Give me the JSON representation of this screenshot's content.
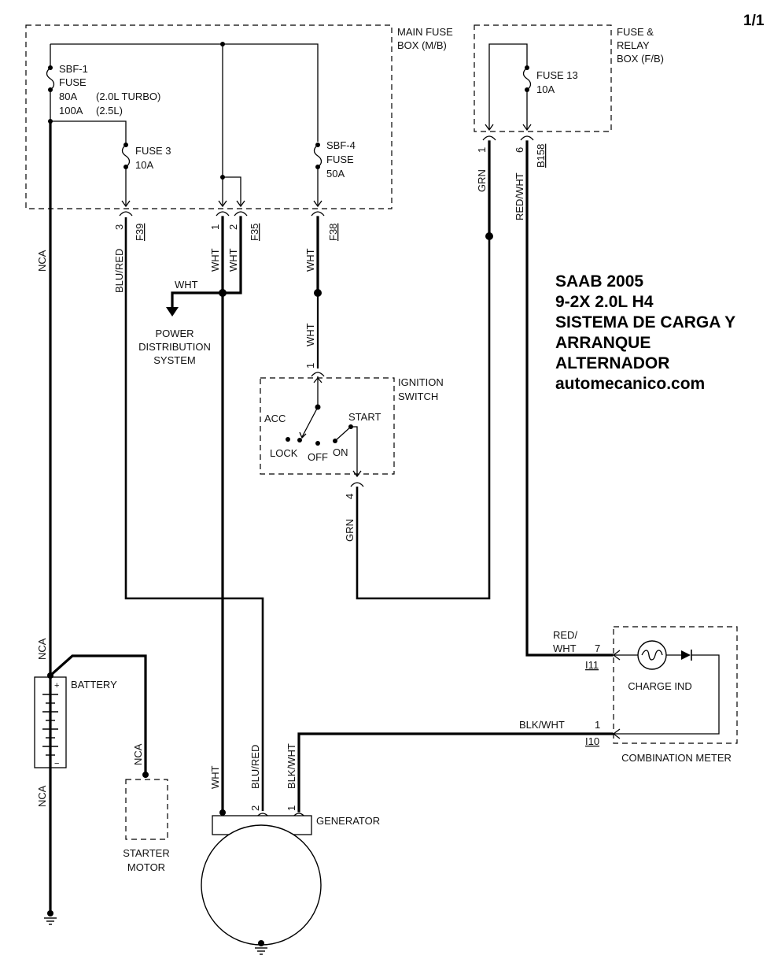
{
  "page_number": "1/1",
  "title": {
    "lines": [
      "SAAB 2005",
      "9-2X 2.0L H4",
      "SISTEMA DE CARGA Y",
      "ARRANQUE",
      "ALTERNADOR",
      "automecanico.com"
    ]
  },
  "main_fuse_box": {
    "label": [
      "MAIN FUSE",
      "BOX (M/B)"
    ],
    "sbf1": [
      "SBF-1",
      "FUSE",
      "80A",
      "100A"
    ],
    "sbf1_variants": [
      "(2.0L TURBO)",
      "(2.5L)"
    ],
    "fuse3": [
      "FUSE 3",
      "10A"
    ],
    "sbf4": [
      "SBF-4",
      "FUSE",
      "50A"
    ],
    "pins": {
      "f39_pin": "3",
      "f35_pin1": "1",
      "f35_pin2": "2"
    },
    "connectors": {
      "f39": "F39",
      "f35": "F35",
      "f38": "F38"
    }
  },
  "fuse_relay_box": {
    "label": [
      "FUSE &",
      "RELAY",
      "BOX (F/B)"
    ],
    "fuse13": [
      "FUSE 13",
      "10A"
    ],
    "pins": {
      "pin1": "1",
      "pin6": "6"
    },
    "connector": "B158"
  },
  "wires": {
    "nca_top": "NCA",
    "blu_red": "BLU/RED",
    "wht_1": "WHT",
    "wht_2": "WHT",
    "wht_branch": "WHT",
    "wht_f38": "WHT",
    "wht_ign": "WHT",
    "grn_top": "GRN",
    "red_wht_top": "RED/WHT",
    "grn_ign": "GRN",
    "red_wht_meter": [
      "RED/",
      "WHT"
    ],
    "blk_wht_meter": "BLK/WHT",
    "nca_batt": "NCA",
    "nca_starter": "NCA",
    "nca_ground": "NCA",
    "wht_gen": "WHT",
    "blu_red_gen": "BLU/RED",
    "blk_wht_gen": "BLK/WHT"
  },
  "power_distribution": [
    "POWER",
    "DISTRIBUTION",
    "SYSTEM"
  ],
  "ignition_switch": {
    "label": [
      "IGNITION",
      "SWITCH"
    ],
    "pin_in": "1",
    "pin_out": "4",
    "positions": {
      "acc": "ACC",
      "lock": "LOCK",
      "off": "OFF",
      "on": "ON",
      "start": "START"
    }
  },
  "battery": {
    "label": "BATTERY",
    "plus": "+",
    "minus": "−"
  },
  "starter_motor": [
    "STARTER",
    "MOTOR"
  ],
  "generator": {
    "label": "GENERATOR",
    "pin2": "2",
    "pin1": "1"
  },
  "combination_meter": {
    "label": "COMBINATION METER",
    "charge_ind": "CHARGE IND",
    "pin7": "7",
    "pin1": "1",
    "conn_i11": "I11",
    "conn_i10": "I10"
  }
}
